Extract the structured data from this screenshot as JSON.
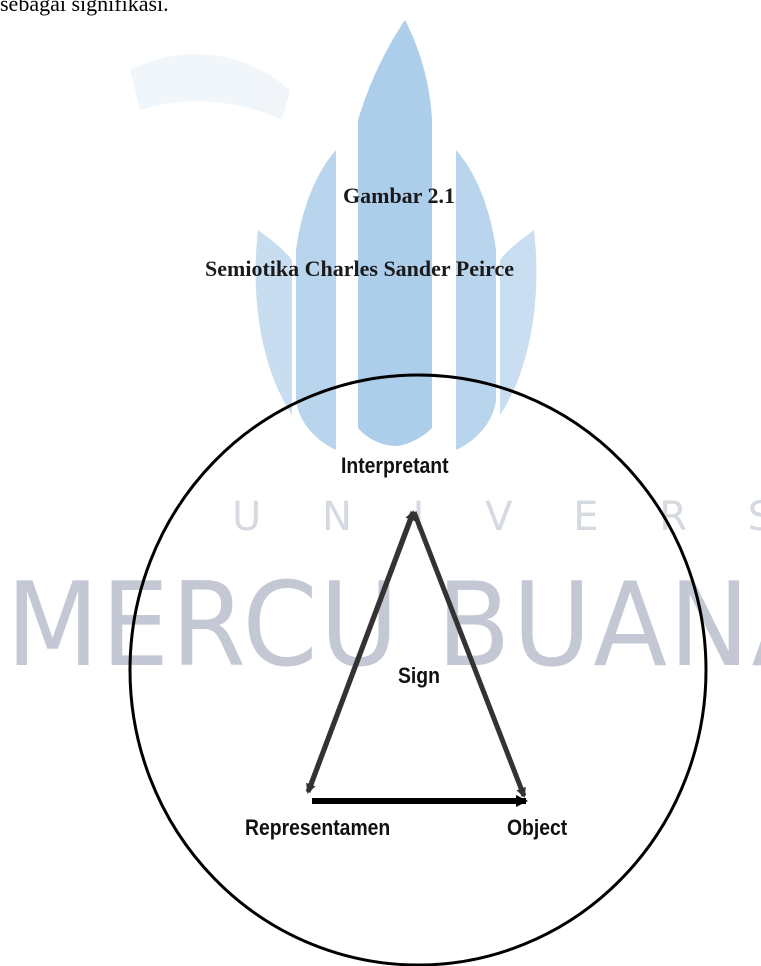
{
  "top_text": "sebagai signifikasi.",
  "watermark": {
    "universitas": "U N I V E R S I T A S",
    "mercu_buana": "MERCU BUANA"
  },
  "figure": {
    "number": "Gambar 2.1",
    "title": "Semiotika Charles Sander Peirce"
  },
  "diagram": {
    "interpretant": "Interpretant",
    "sign": "Sign",
    "representamen": "Representamen",
    "object": "Object"
  }
}
